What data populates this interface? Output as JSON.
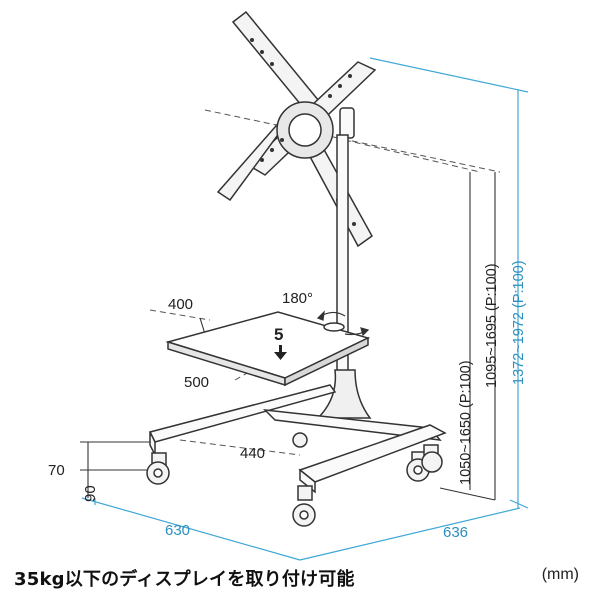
{
  "dimensions": {
    "shelf_depth": "400",
    "shelf_width": "500",
    "rotation": "180°",
    "shelf_load": "5",
    "inner_width": "440",
    "base_height": "70",
    "wheel_height": "90",
    "base_width": "630",
    "base_depth": "636",
    "height_1": "1050~1650 (P:100)",
    "height_2": "1095~1695 (P:100)",
    "height_3": "1372~1972 (P:100)"
  },
  "caption": "35kg以下のディスプレイを取り付け可能",
  "unit": "(mm)",
  "colors": {
    "line": "#333333",
    "dimension_blue": "#3fa7d6",
    "dash": "#555555"
  }
}
